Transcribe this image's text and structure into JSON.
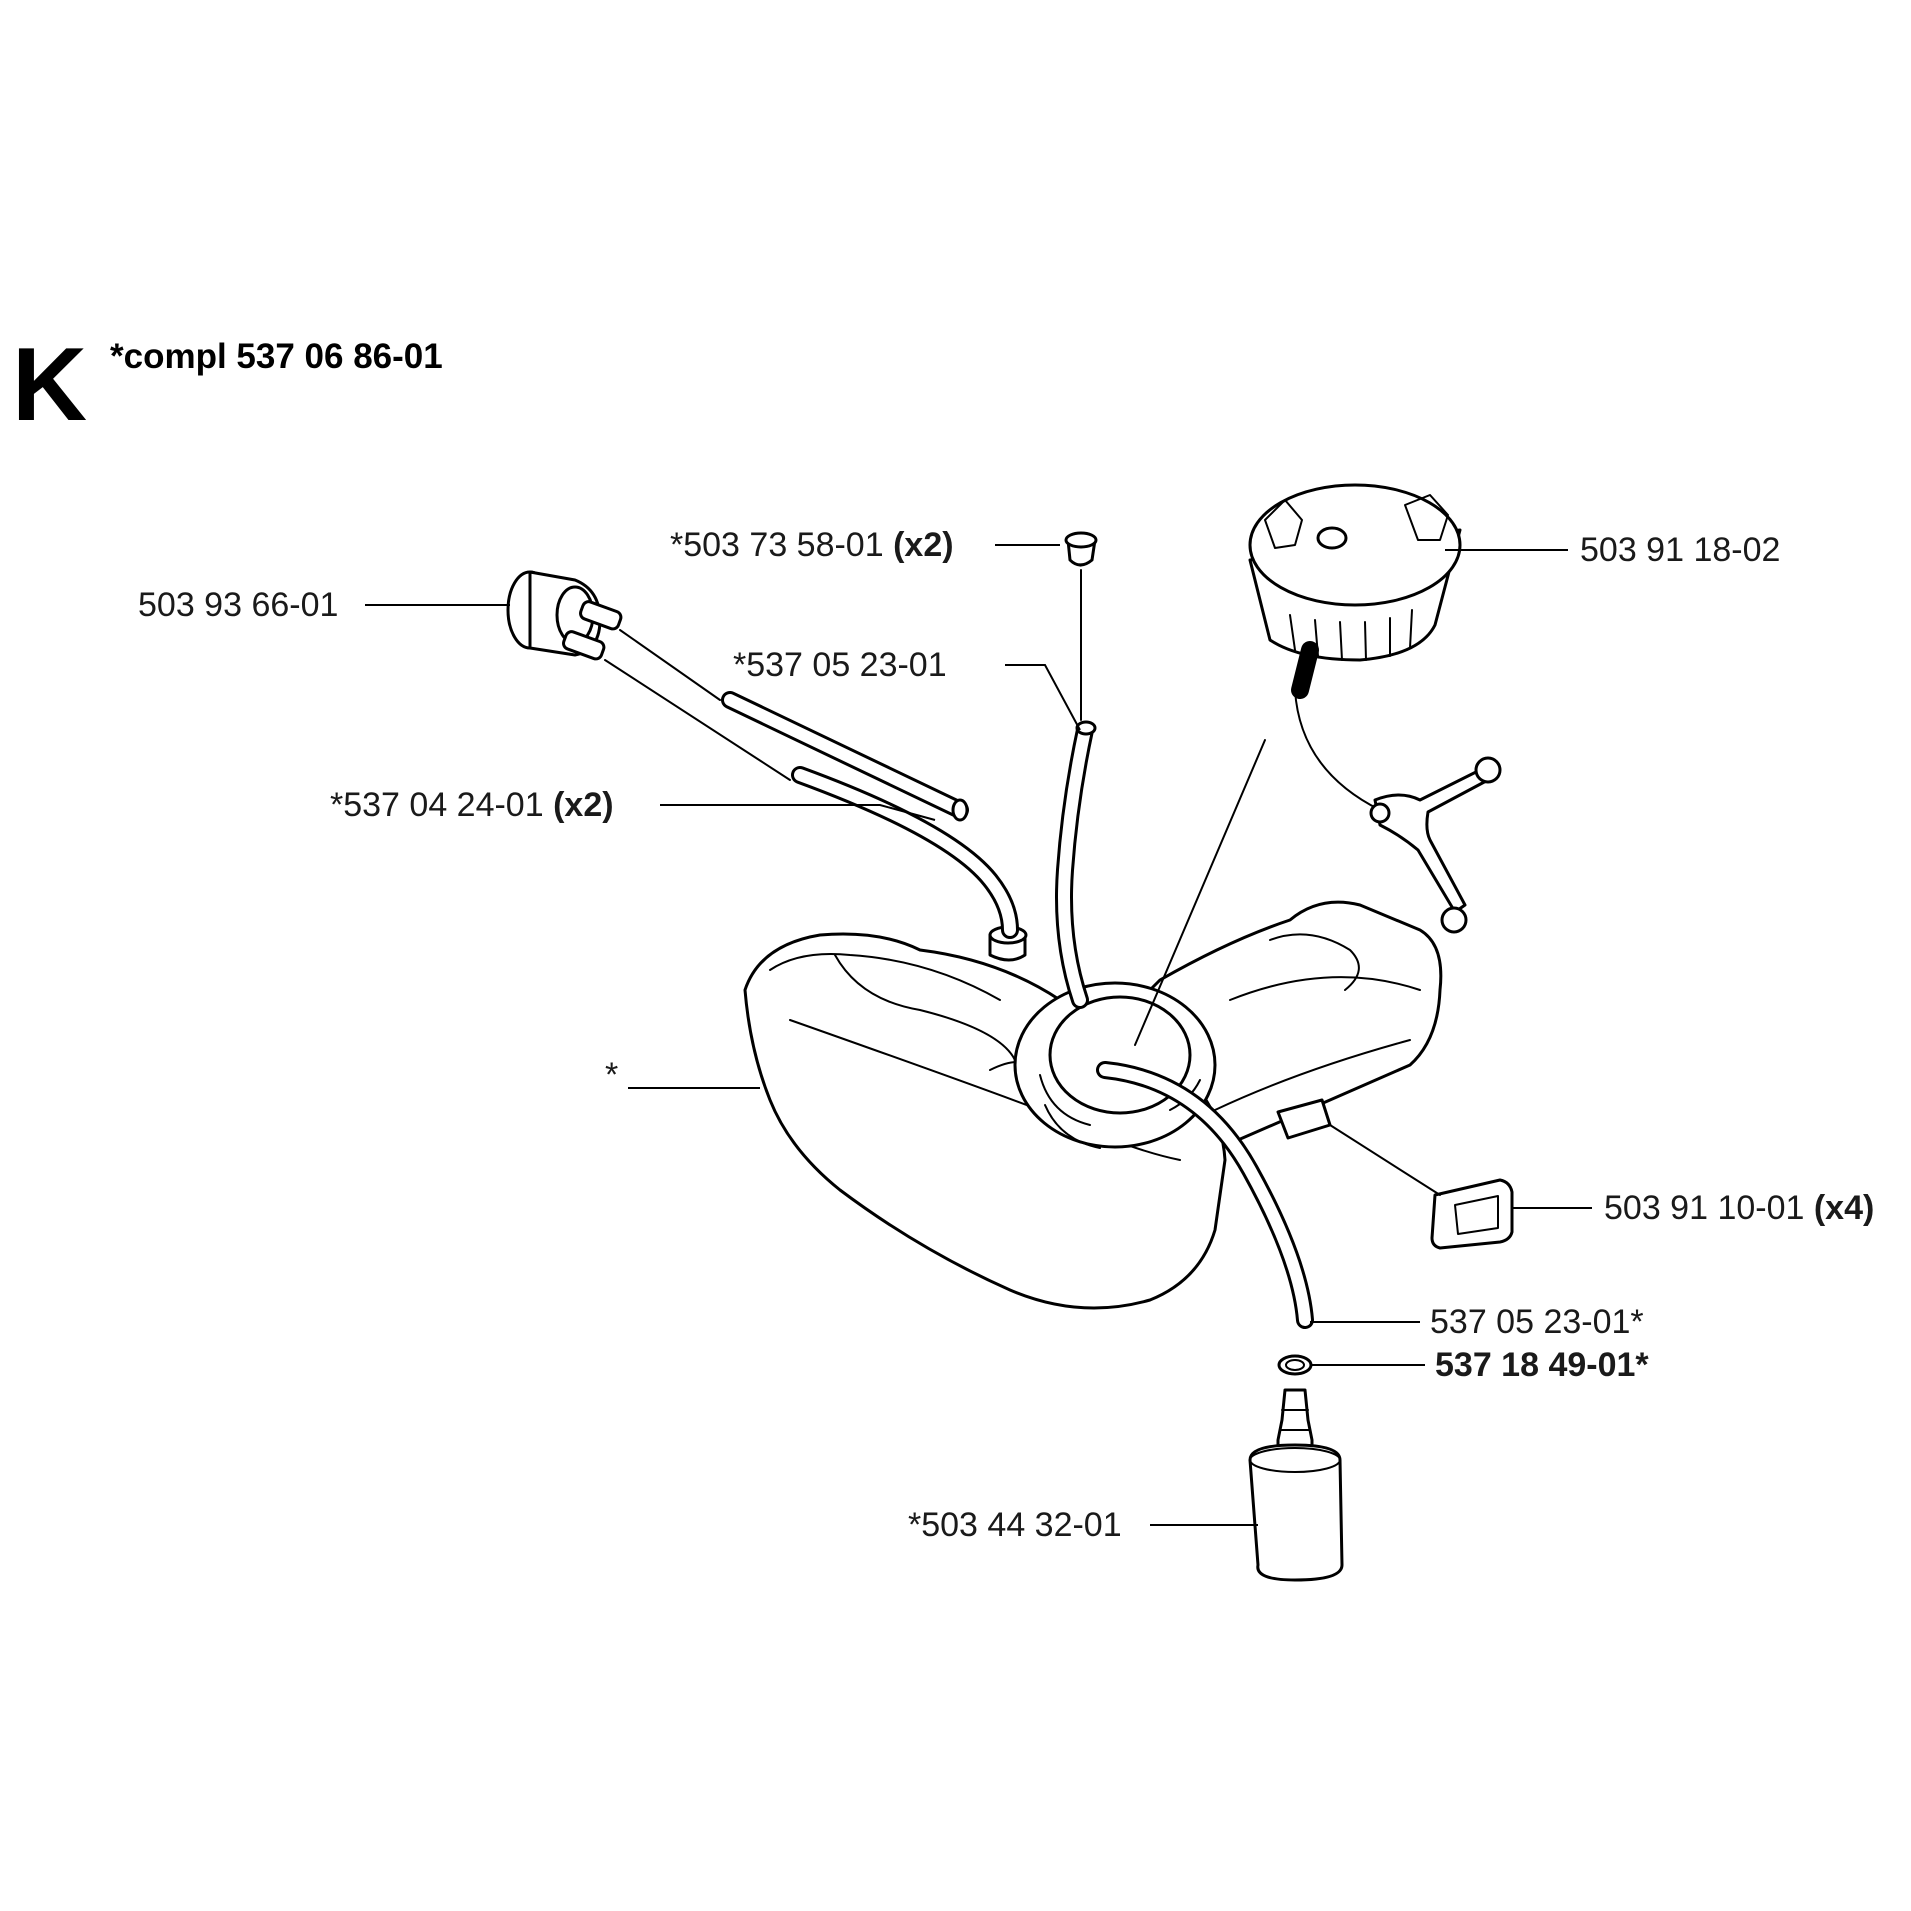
{
  "section": {
    "letter": "K",
    "title": "*compl 537 06 86-01"
  },
  "labels": {
    "grommet": {
      "number": "*503 73 58-01",
      "qty": "(x2)"
    },
    "fuel_cap": {
      "number": "503 91 18-02"
    },
    "primer_bulb": {
      "number": "503 93 66-01"
    },
    "fuel_hose_top": {
      "number": "*537 05 23-01"
    },
    "return_hoses": {
      "number": "*537 04 24-01",
      "qty": "(x2)"
    },
    "tank": {
      "number": "*"
    },
    "rubber_pad": {
      "number": "503 91 10-01",
      "qty": "(x4)"
    },
    "fuel_hose_bottom": {
      "number": "537 05 23-01*"
    },
    "o_ring": {
      "number": "537 18 49-01*"
    },
    "fuel_filter": {
      "number": "*503 44 32-01"
    }
  }
}
